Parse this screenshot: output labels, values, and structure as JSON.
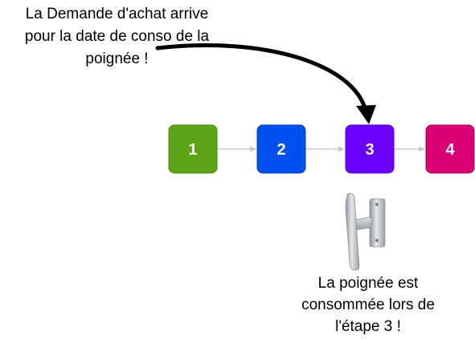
{
  "callout": {
    "lines": [
      "La Demande d'achat arrive",
      "pour la date de conso de la",
      "poignée !"
    ]
  },
  "steps": [
    {
      "label": "1",
      "color": "#5ea417"
    },
    {
      "label": "2",
      "color": "#0050ef"
    },
    {
      "label": "3",
      "color": "#6a00ff"
    },
    {
      "label": "4",
      "color": "#d80073"
    }
  ],
  "connector_color": "#c8c8c8",
  "pointer_arrow_color": "#000000",
  "handle_image": {
    "icon": "door-handle-icon",
    "color": "#c9ccd0"
  },
  "caption": {
    "lines": [
      "La poignée est",
      "consommée lors de",
      "l'étape 3 !"
    ]
  }
}
